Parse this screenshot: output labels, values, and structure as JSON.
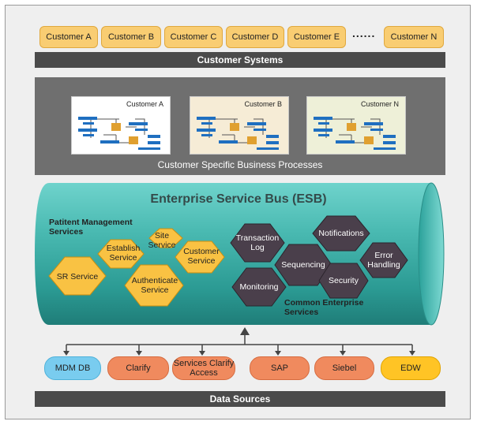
{
  "customers": [
    "Customer A",
    "Customer B",
    "Customer C",
    "Customer D",
    "Customer E",
    "Customer N"
  ],
  "ellipsis": "......",
  "customer_systems_label": "Customer Systems",
  "business_processes": {
    "cards": [
      "Customer A",
      "Customer B",
      "Customer N"
    ],
    "title": "Customer Specific Business Processes"
  },
  "esb": {
    "title": "Enterprise Service Bus (ESB)",
    "patient_group_label": "Patitent Management Services",
    "patient_services": [
      "Site Service",
      "Establish Service",
      "Customer Service",
      "SR Service",
      "Authenticate Service"
    ],
    "common_group_label": "Common Enterprise Services",
    "common_services": [
      "Transaction Log",
      "Notifications",
      "Sequencing",
      "Error Handling",
      "Monitoring",
      "Security"
    ]
  },
  "data_sources": [
    "MDM DB",
    "Clarify",
    "Services Clarify Access",
    "SAP",
    "Siebel",
    "EDW"
  ],
  "data_sources_label": "Data Sources",
  "colors": {
    "customer_box": "#f9cd72",
    "dark_bar": "#4b4b4b",
    "esb_cylinder": "#40b8b0",
    "patient_hex": "#f9c243",
    "common_hex": "#4a3f4b",
    "data_source_orange": "#f08a5e",
    "data_source_blue": "#79ccef",
    "data_source_yellow": "#ffc425"
  }
}
